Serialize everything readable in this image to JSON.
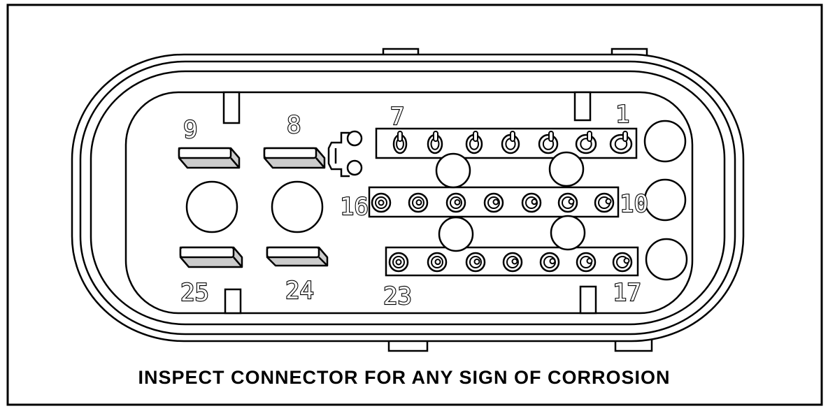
{
  "caption": "INSPECT CONNECTOR FOR ANY SIGN OF CORROSION",
  "pin_labels": {
    "p9": "9",
    "p8": "8",
    "p7": "7",
    "p1": "1",
    "p16": "16",
    "p10": "10",
    "p25": "25",
    "p24": "24",
    "p23": "23",
    "p17": "17"
  },
  "colors": {
    "line": "#000000",
    "background": "#ffffff",
    "slot_fill": "#cccccc"
  }
}
